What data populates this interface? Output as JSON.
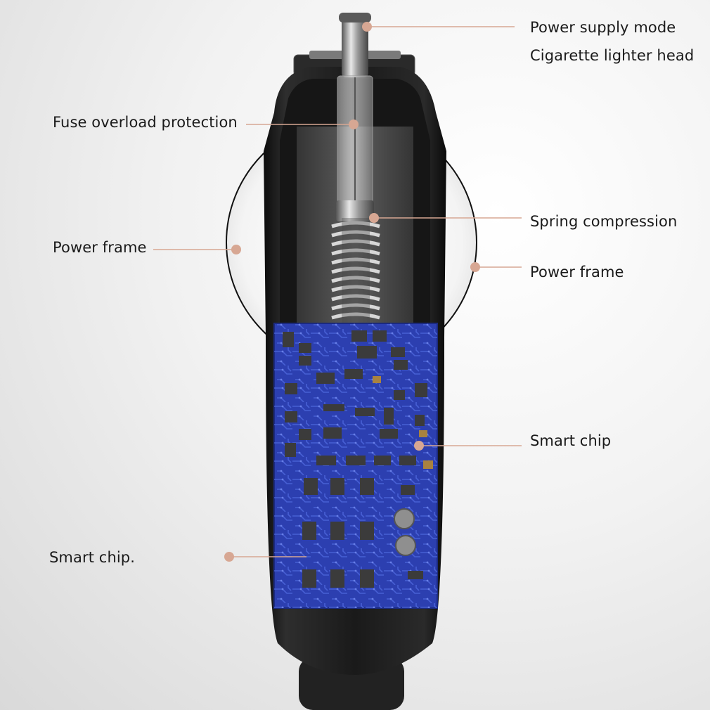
{
  "labels": {
    "power_supply_mode": "Power supply mode",
    "cigarette_lighter_head": "Cigarette lighter head",
    "fuse_overload_protection": "Fuse overload protection",
    "spring_compression": "Spring compression",
    "power_frame_left": "Power frame",
    "power_frame_right": "Power frame",
    "smart_chip_right": "Smart chip",
    "smart_chip_left": "Smart chip."
  },
  "colors": {
    "callout": "#d7a793",
    "body": "#1b1b1b",
    "pcb": "#2c3fb0",
    "pcb_trace": "#4a63d8"
  }
}
